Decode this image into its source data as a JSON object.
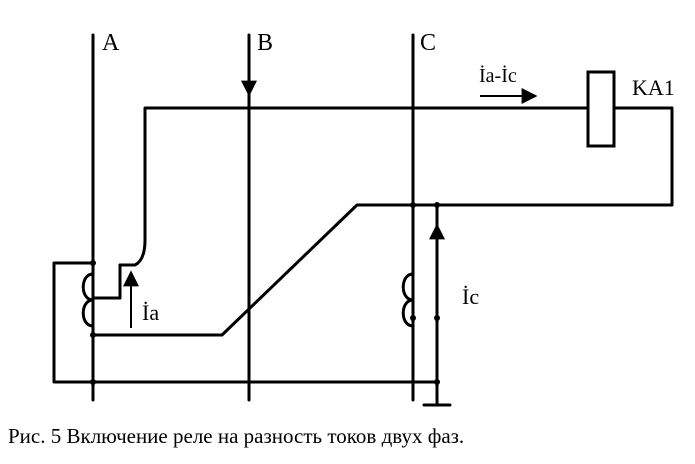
{
  "diagram": {
    "phases": {
      "a": "A",
      "b": "B",
      "c": "C"
    },
    "relay": "KA1",
    "current_diff": "İa-İc",
    "current_a": "İa",
    "current_c": "İc"
  },
  "caption": "Рис. 5 Включение реле на разность токов двух фаз."
}
